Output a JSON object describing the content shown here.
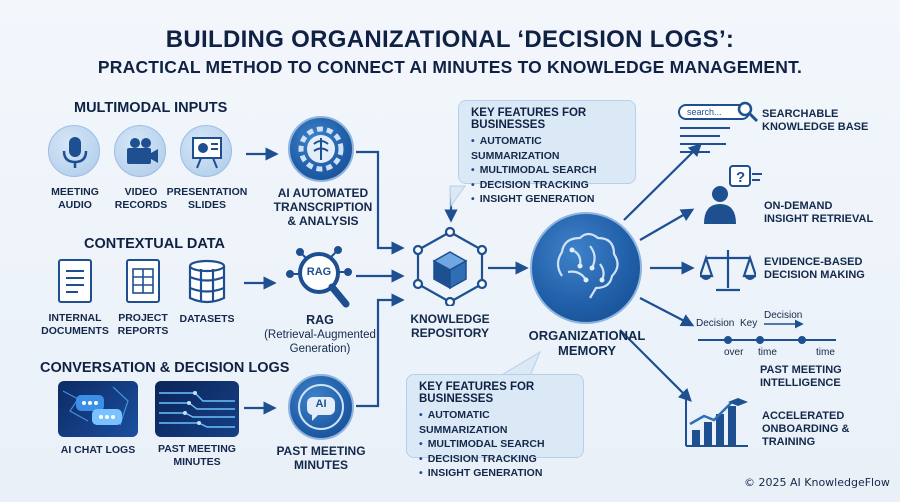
{
  "title": "BUILDING ORGANIZATIONAL ‘DECISION LOGS’:",
  "subtitle": "PRACTICAL METHOD TO CONNECT AI MINUTES TO KNOWLEDGE MANAGEMENT.",
  "sections": {
    "multimodal": "MULTIMODAL INPUTS",
    "contextual": "CONTEXTUAL DATA",
    "conversation": "CONVERSATION & DECISION LOGS"
  },
  "inputs": {
    "meeting_audio": [
      "MEETING",
      "AUDIO"
    ],
    "video_records": [
      "VIDEO",
      "RECORDS"
    ],
    "presentation_slides": [
      "PRESENTATION",
      "SLIDES"
    ],
    "internal_documents": [
      "INTERNAL",
      "DOCUMENTS"
    ],
    "project_reports": [
      "PROJECT",
      "REPORTS"
    ],
    "datasets": "DATASETS",
    "ai_chat_logs": "AI CHAT LOGS",
    "past_meeting_minutes_src": [
      "PAST MEETING",
      "MINUTES"
    ]
  },
  "processing": {
    "transcription": [
      "AI AUTOMATED",
      "TRANSCRIPTION",
      "& ANALYSIS"
    ],
    "rag_badge": "RAG",
    "rag_title": "RAG",
    "rag_sub": [
      "(Retrieval-Augmented",
      "Generation)"
    ],
    "ai_badge": "AI",
    "past_minutes": [
      "PAST MEETING",
      "MINUTES"
    ]
  },
  "repository": [
    "KNOWLEDGE",
    "REPOSITORY"
  ],
  "memory": [
    "ORGANIZATIONAL",
    "MEMORY"
  ],
  "features_top": {
    "heading": "KEY FEATURES FOR BUSINESSES",
    "items": [
      "AUTOMATIC SUMMARIZATION",
      "MULTIMODAL SEARCH",
      "DECISION TRACKING",
      "INSIGHT GENERATION"
    ]
  },
  "features_bottom": {
    "heading": "KEY FEATURES FOR BUSINESSES",
    "items": [
      "AUTOMATIC SUMMARIZATION",
      "MULTIMODAL SEARCH",
      "DECISION TRACKING",
      "INSIGHT GENERATION"
    ]
  },
  "outputs": {
    "search_placeholder": "search...",
    "searchable": [
      "SEARCHABLE",
      "KNOWLEDGE BASE"
    ],
    "on_demand": [
      "ON-DEMAND",
      "INSIGHT RETRIEVAL"
    ],
    "evidence": [
      "EVIDENCE-BASED",
      "DECISION MAKING"
    ],
    "timeline": {
      "decision1": "Decision",
      "key": "Key",
      "decision2": "Decision",
      "over": "over",
      "time1": "time",
      "time2": "time"
    },
    "past_intel": [
      "PAST MEETING",
      "INTELLIGENCE"
    ],
    "onboarding": [
      "ACCELERATED",
      "ONBOARDING &",
      "TRAINING"
    ]
  },
  "copyright": "© 2025 AI KnowledgeFlow",
  "colors": {
    "navy": "#0f2244",
    "blue": "#1d4f91",
    "light": "#dbe8f6",
    "accent": "#2f6db5"
  }
}
